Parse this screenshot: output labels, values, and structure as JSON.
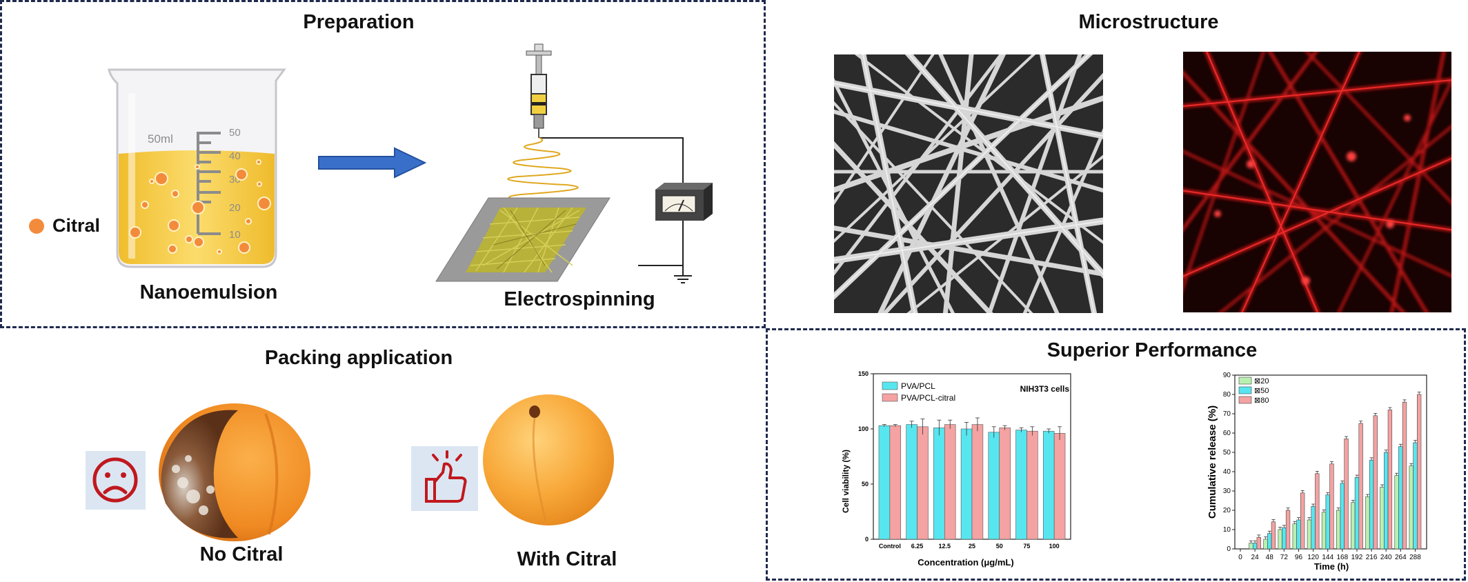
{
  "preparation": {
    "title": "Preparation",
    "beaker_volume": "50ml",
    "beaker_scale": [
      "50",
      "40",
      "30",
      "20",
      "10"
    ],
    "legend_label": "Citral",
    "nanoemulsion_label": "Nanoemulsion",
    "electrospinning_label": "Electrospinning"
  },
  "microstructure": {
    "title": "Microstructure"
  },
  "packing": {
    "title": "Packing application",
    "no_citral_label": "No Citral",
    "with_citral_label": "With Citral"
  },
  "performance": {
    "title": "Superior Performance"
  },
  "colors": {
    "liquid": "#f6cf4a",
    "droplet": "#f38b3c",
    "arrow": "#3a6fc9",
    "cyan": "#57e6ef",
    "pink": "#f4a2a2",
    "green": "#b9f0b0",
    "border": "#1f2a4d",
    "fiber_red": "#d01818"
  },
  "chart_data": [
    {
      "type": "bar",
      "annotation": "NIH3T3 cells",
      "xlabel": "Concentration (μg/mL)",
      "ylabel": "Cell viability (%)",
      "ylim": [
        0,
        150
      ],
      "yticks": [
        "0",
        "50",
        "100",
        "150"
      ],
      "categories": [
        "Control",
        "6.25",
        "12.5",
        "25",
        "50",
        "75",
        "100"
      ],
      "legend_position": "top-left",
      "series": [
        {
          "name": "PVA/PCL",
          "values": [
            103,
            104,
            101,
            100,
            97,
            99,
            98
          ],
          "errors": [
            1,
            3,
            7,
            6,
            5,
            2,
            2
          ]
        },
        {
          "name": "PVA/PCL-citral",
          "values": [
            103,
            102,
            104,
            104,
            101,
            98,
            96
          ],
          "errors": [
            1,
            7,
            4,
            6,
            2,
            4,
            6
          ]
        }
      ]
    },
    {
      "type": "bar",
      "xlabel": "Time (h)",
      "ylabel": "Cumulative release (%)",
      "ylim": [
        0,
        90
      ],
      "yticks": [
        "0",
        "10",
        "20",
        "30",
        "40",
        "50",
        "60",
        "70",
        "80",
        "90"
      ],
      "categories": [
        "24",
        "48",
        "72",
        "96",
        "120",
        "144",
        "168",
        "192",
        "216",
        "240",
        "264",
        "288"
      ],
      "xticks": [
        "0",
        "24",
        "48",
        "72",
        "96",
        "120",
        "144",
        "168",
        "192",
        "216",
        "240",
        "264",
        "288"
      ],
      "legend_position": "top-left",
      "series": [
        {
          "name": "⊠20",
          "values": [
            3,
            5,
            10,
            13,
            15,
            19,
            20,
            24,
            27,
            32,
            38,
            43
          ]
        },
        {
          "name": "⊠50",
          "values": [
            3,
            8,
            11,
            15,
            22,
            28,
            34,
            37,
            46,
            50,
            53,
            55
          ]
        },
        {
          "name": "⊠80",
          "values": [
            6,
            14,
            20,
            29,
            39,
            44,
            57,
            65,
            69,
            72,
            76,
            80
          ]
        }
      ]
    }
  ]
}
